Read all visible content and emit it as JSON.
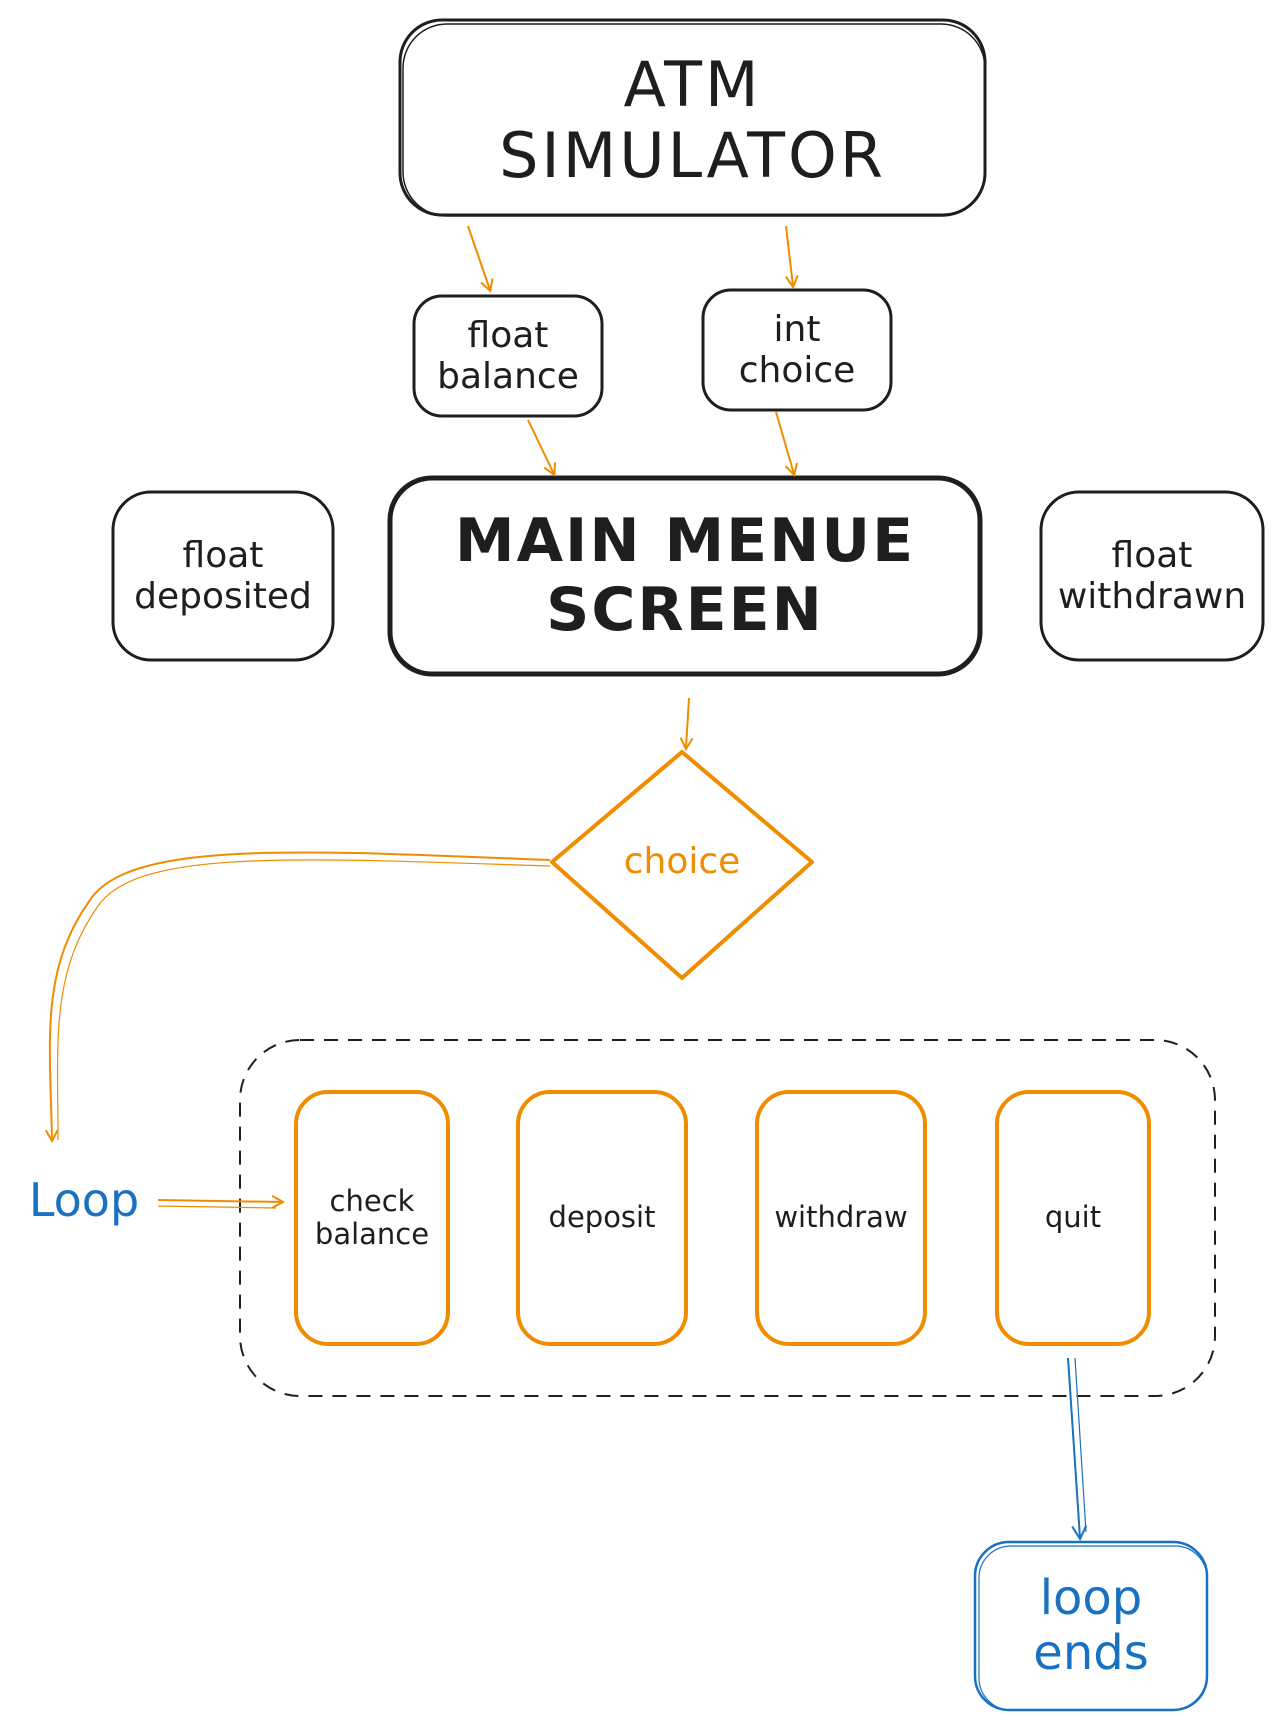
{
  "colors": {
    "stroke": "#1e1e1e",
    "orange": "#f08c00",
    "blue": "#1971c2",
    "background": "#ffffff"
  },
  "nodes": {
    "title": {
      "line1": "ATM",
      "line2": "SIMULATOR"
    },
    "float_balance": {
      "line1": "float",
      "line2": "balance"
    },
    "int_choice": {
      "line1": "int",
      "line2": "choice"
    },
    "main_menu": {
      "line1": "MAIN MENUE",
      "line2": "SCREEN"
    },
    "float_deposited": {
      "line1": "float",
      "line2": "deposited"
    },
    "float_withdrawn": {
      "line1": "float",
      "line2": "withdrawn"
    },
    "choice_decision": {
      "label": "choice"
    },
    "loop_label": {
      "label": "Loop"
    },
    "options": {
      "check_balance": {
        "line1": "check",
        "line2": "balance"
      },
      "deposit": {
        "label": "deposit"
      },
      "withdraw": {
        "label": "withdraw"
      },
      "quit": {
        "label": "quit"
      }
    },
    "loop_ends": {
      "line1": "loop",
      "line2": "ends"
    }
  }
}
